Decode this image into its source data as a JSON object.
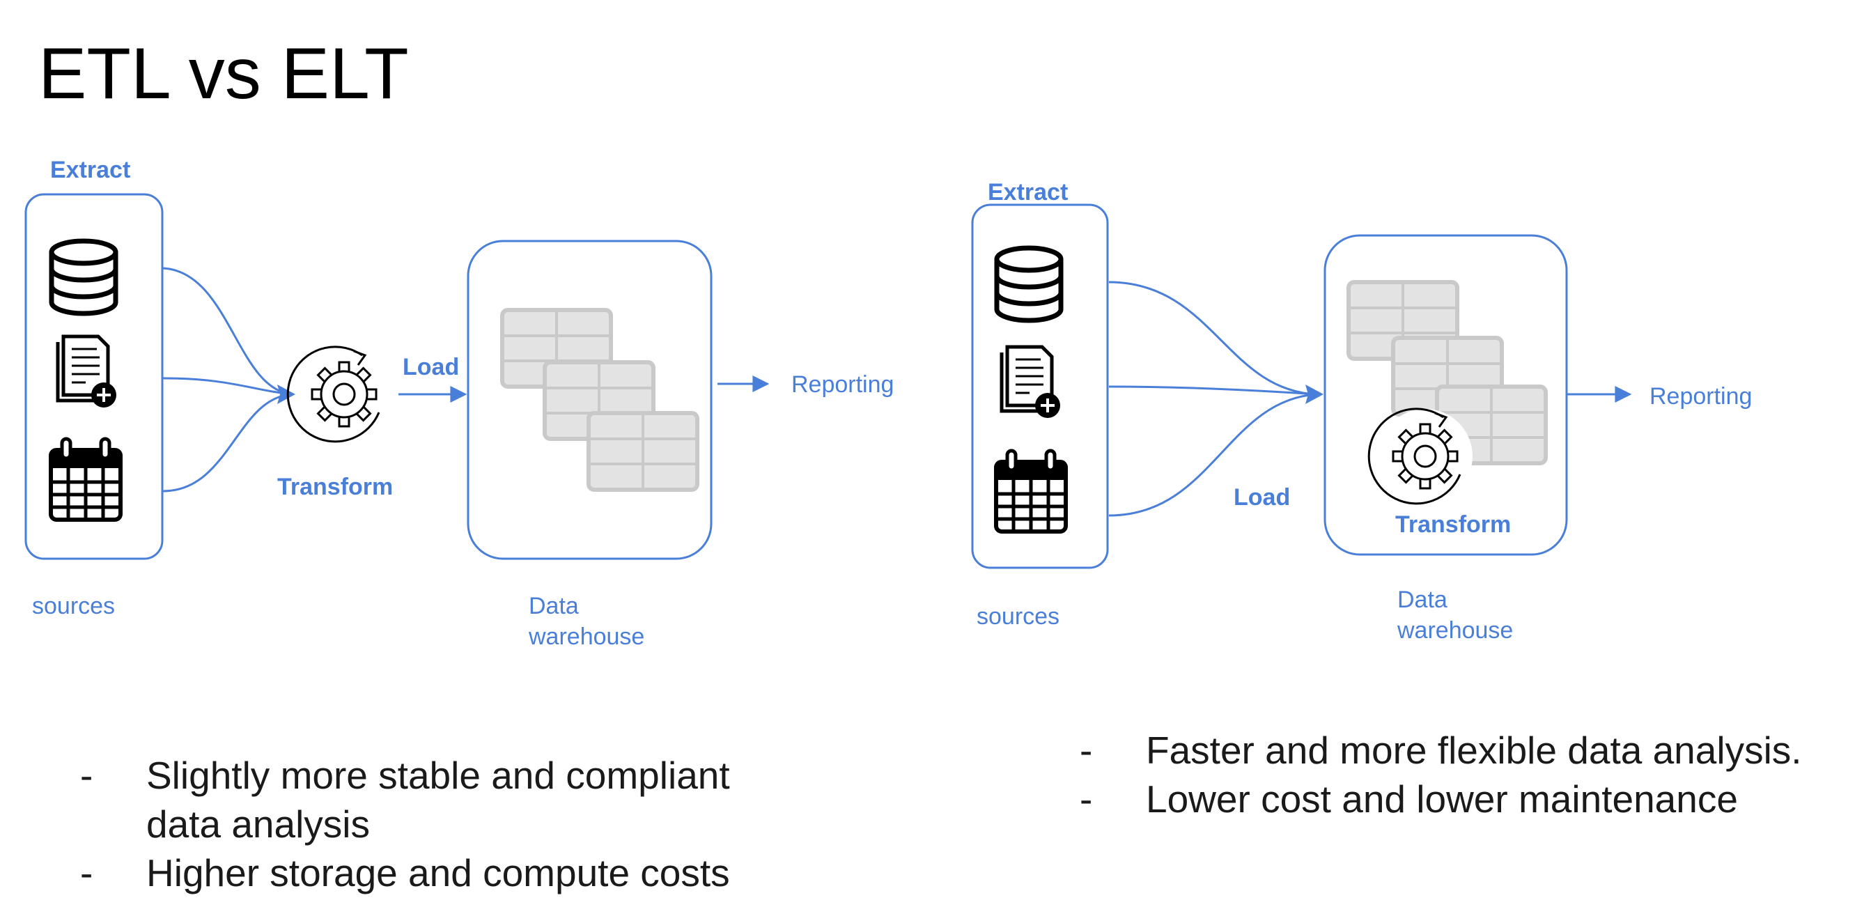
{
  "title": "ETL vs ELT",
  "etl": {
    "extract": "Extract",
    "transform": "Transform",
    "load": "Load",
    "reporting": "Reporting",
    "sources": "sources",
    "warehouse_line1": "Data",
    "warehouse_line2": "warehouse",
    "bullets": [
      "Slightly more stable and compliant data analysis",
      "Higher storage and compute costs"
    ]
  },
  "elt": {
    "extract": "Extract",
    "transform": "Transform",
    "load": "Load",
    "reporting": "Reporting",
    "sources": "sources",
    "warehouse_line1": "Data",
    "warehouse_line2": "warehouse",
    "bullets": [
      "Faster and more flexible data analysis.",
      "Lower cost and lower maintenance"
    ]
  },
  "icons": [
    "database-icon",
    "document-add-icon",
    "calendar-icon",
    "gear-cycle-icon",
    "table-grid-icon"
  ],
  "colors": {
    "accent": "#4a7fd9",
    "grid": "#c9c9c9"
  }
}
